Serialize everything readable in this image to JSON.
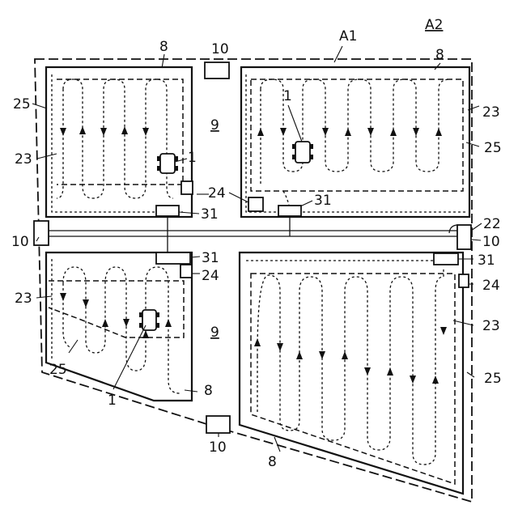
{
  "labels": {
    "a1": "A1",
    "a2": "A2",
    "n1": "1",
    "n8": "8",
    "n9": "9",
    "n10": "10",
    "n22": "22",
    "n23": "23",
    "n24": "24",
    "n25": "25",
    "n31": "31"
  },
  "icons": {
    "vehicle": "work-vehicle-icon",
    "arrow": "travel-direction-arrow"
  }
}
